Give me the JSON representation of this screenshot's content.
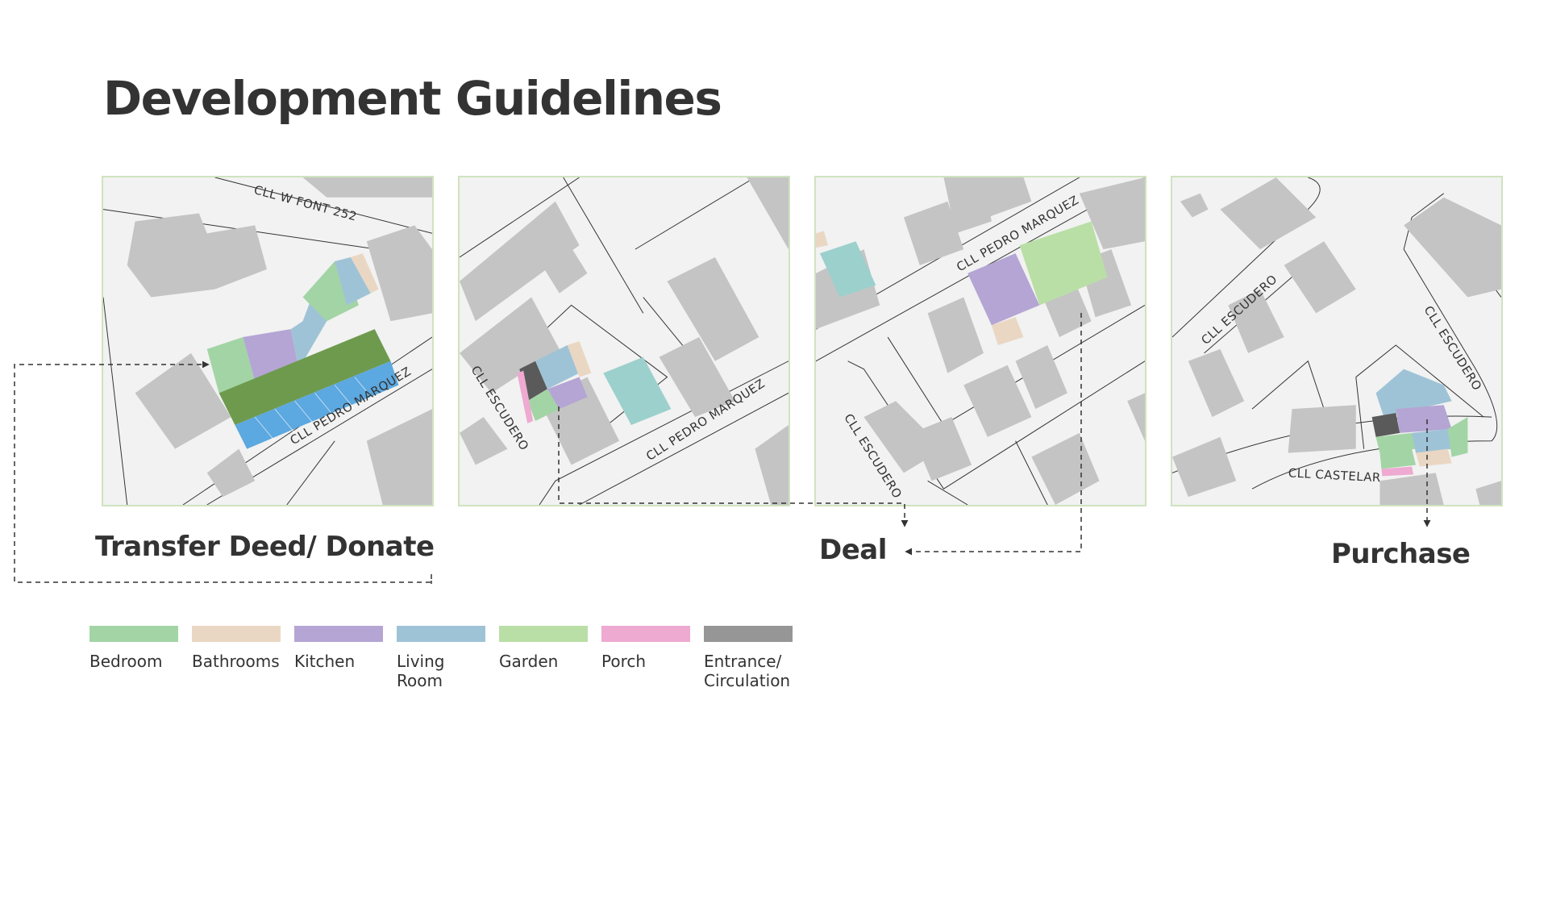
{
  "title": "Development Guidelines",
  "panels": [
    {
      "streets": [
        "CLL W FONT 252",
        "CLL PEDRO MARQUEZ"
      ]
    },
    {
      "streets": [
        "CLL ESCUDERO",
        "CLL PEDRO MARQUEZ"
      ]
    },
    {
      "streets": [
        "CLL PEDRO MARQUEZ",
        "CLL ESCUDERO"
      ]
    },
    {
      "streets": [
        "CLL ESCUDERO",
        "CLL ESCUDERO",
        "CLL CASTELAR"
      ]
    }
  ],
  "actions": {
    "transfer": "Transfer Deed/ Donate",
    "deal": "Deal",
    "purchase": "Purchase"
  },
  "legend": [
    {
      "label": "Bedroom",
      "color": "#a3d4a5"
    },
    {
      "label": "Bathrooms",
      "color": "#ead7c3"
    },
    {
      "label": "Kitchen",
      "color": "#b4a5d4"
    },
    {
      "label": "Living Room",
      "color": "#9fc3d6"
    },
    {
      "label": "Garden",
      "color": "#badfa6"
    },
    {
      "label": "Porch",
      "color": "#eeaad1"
    },
    {
      "label": "Entrance/ Circulation",
      "color": "#969696"
    }
  ],
  "colors": {
    "building": "#c4c4c4",
    "ground": "#f1f2f1",
    "panel_border": "#cfe3bf",
    "text": "#333333",
    "teal_parcel": "#9cd0cc",
    "solar_blue": "#5ca8e0",
    "vegetation": "#6e9a4e"
  }
}
